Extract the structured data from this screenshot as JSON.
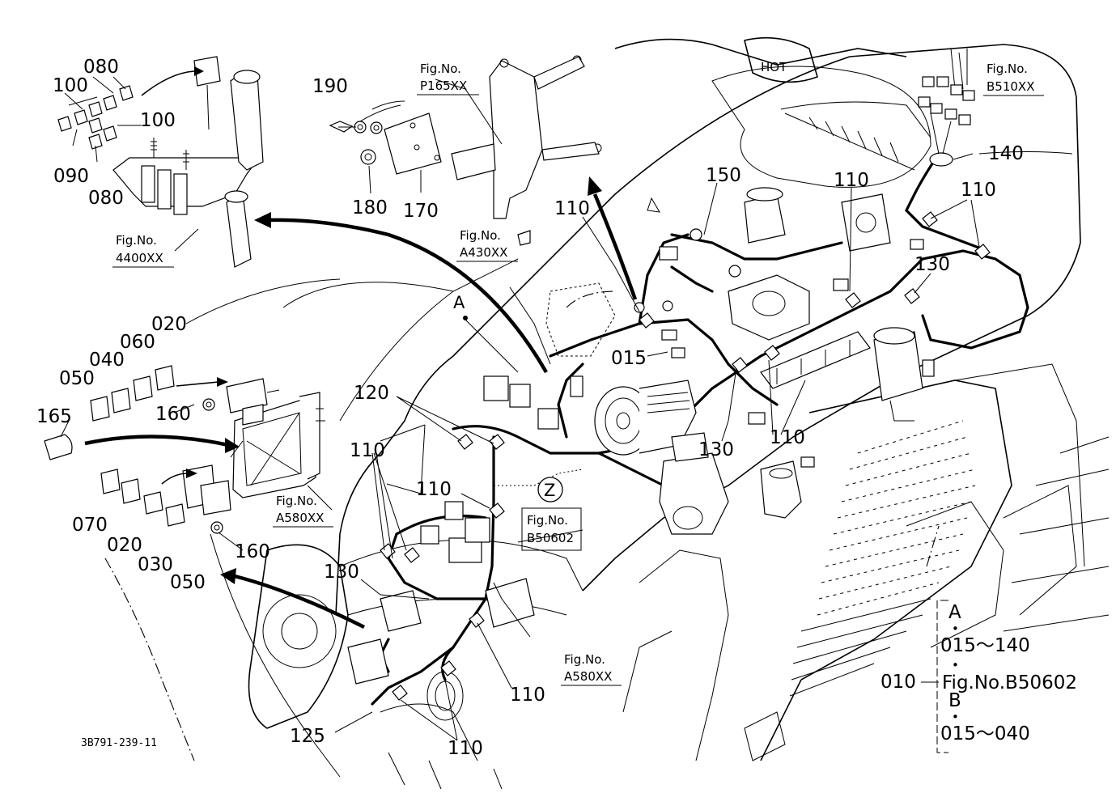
{
  "part_numbers": {
    "p080a": "080",
    "p100a": "100",
    "p100b": "100",
    "p090": "090",
    "p080b": "080",
    "p190": "190",
    "p180": "180",
    "p170": "170",
    "p150": "150",
    "p110_top_center": "110",
    "p110_top_right_a": "110",
    "p110_top_right_b": "110",
    "p140": "140",
    "p130_right": "130",
    "p015": "015",
    "p130_center": "130",
    "p110_center_right": "110",
    "p020a": "020",
    "p060": "060",
    "p040": "040",
    "p050a": "050",
    "p160a": "160",
    "p165": "165",
    "p120": "120",
    "p110_left": "110",
    "p110_mid": "110",
    "p070": "070",
    "p020b": "020",
    "p030": "030",
    "p050b": "050",
    "p160b": "160",
    "p130_left": "130",
    "p110_lower": "110",
    "p125": "125",
    "p110_bottom": "110",
    "p010": "010"
  },
  "figure_refs": {
    "fig_label": "Fig.No.",
    "p165xx": "P165XX",
    "a430xx": "A430XX",
    "b510xx": "B510XX",
    "f4400xx": "4400XX",
    "a580xx_left": "A580XX",
    "b50602": "B50602",
    "a580xx_lower": "A580XX"
  },
  "markers": {
    "a": "A",
    "z": "Z"
  },
  "engine_label": "HOT",
  "legend": {
    "a_label": "A",
    "a_range": "015～140",
    "fig_line": "Fig.No.B50602",
    "b_label": "B",
    "b_range": "015～040",
    "bullet": "•"
  },
  "drawing_code": "3B791-239-11"
}
